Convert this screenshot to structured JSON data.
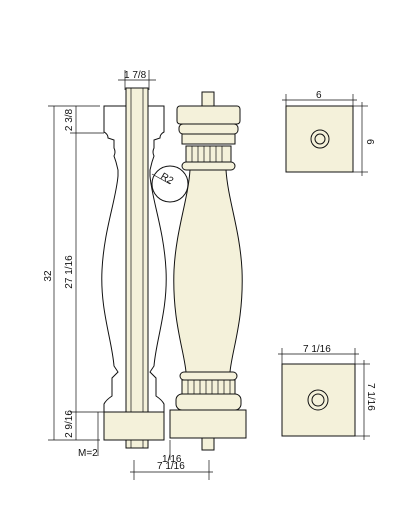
{
  "drawing": {
    "dims": {
      "total_height": "32",
      "top_section": "2 3/8",
      "middle_section": "27 1/16",
      "bottom_section": "2 9/16",
      "post_width": "1 7/8",
      "radius": "R2",
      "m_note": "M=2",
      "gap": "1/16",
      "bottom_width": "7 1/16",
      "top_block_width": "6",
      "top_block_height": "6",
      "bottom_block_width": "7 1/16",
      "bottom_block_height": "7 1/16"
    },
    "colors": {
      "fill": "#f4f1da",
      "stroke": "#111111"
    }
  }
}
